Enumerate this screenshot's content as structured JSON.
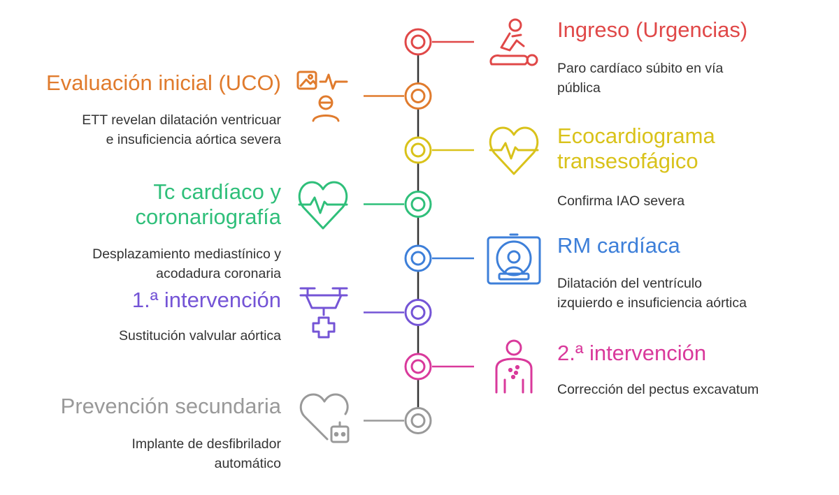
{
  "colors": {
    "spine": "#333333",
    "text": "#333333"
  },
  "events": [
    {
      "title": "Ingreso (Urgencias)",
      "description_lines": [
        "Paro cardíaco súbito en vía",
        "pública"
      ],
      "side": "right",
      "color": "#e04848",
      "icon": "cpr-icon"
    },
    {
      "title": "Evaluación inicial (UCO)",
      "description_lines": [
        "ETT revelan dilatación ventricuar",
        "e insuficiencia aórtica severa"
      ],
      "side": "left",
      "color": "#e07b2d",
      "icon": "medical-imaging-icon"
    },
    {
      "title_lines": [
        "Ecocardiograma",
        "transesofágico"
      ],
      "description_lines": [
        "Confirma IAO severa"
      ],
      "side": "right",
      "color": "#d9c21a",
      "icon": "heart-pulse-icon"
    },
    {
      "title_lines": [
        "Tc cardíaco y",
        "coronariografía"
      ],
      "description_lines": [
        "Desplazamiento mediastínico y",
        "acodadura coronaria"
      ],
      "side": "left",
      "color": "#2fbf7a",
      "icon": "heart-pulse-icon"
    },
    {
      "title": "RM cardíaca",
      "description_lines": [
        "Dilatación del ventrículo",
        "izquierdo e insuficiencia aórtica"
      ],
      "side": "right",
      "color": "#3d7fd9",
      "icon": "mri-scanner-icon"
    },
    {
      "title": "1.ª intervención",
      "description_lines": [
        "Sustitución valvular aórtica"
      ],
      "side": "left",
      "color": "#7454d6",
      "icon": "medical-drone-icon"
    },
    {
      "title": "2.ª intervención",
      "description_lines": [
        "Corrección del pectus excavatum"
      ],
      "side": "right",
      "color": "#d9399b",
      "icon": "patient-chest-icon"
    },
    {
      "title": "Prevención secundaria",
      "description_lines": [
        "Implante de desfibrilador",
        "automático"
      ],
      "side": "left",
      "color": "#999999",
      "icon": "heart-device-icon"
    }
  ]
}
